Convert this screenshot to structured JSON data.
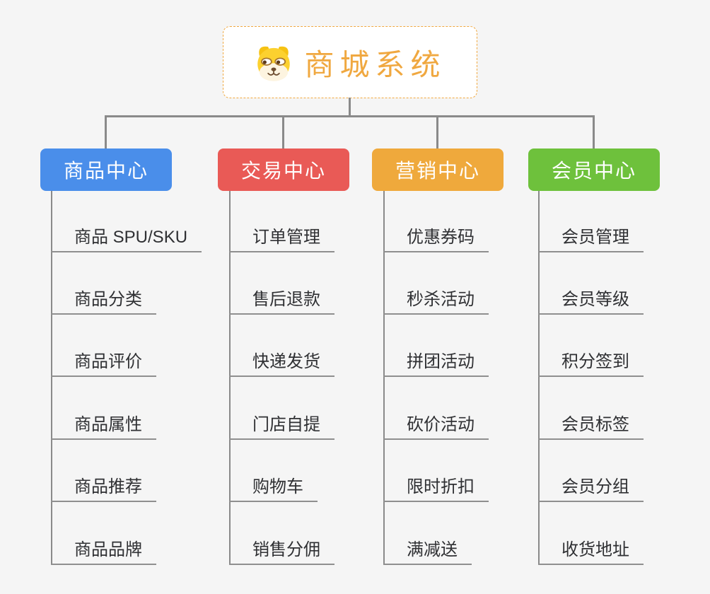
{
  "page": {
    "background": "#f5f5f5"
  },
  "root": {
    "title": "商城系统",
    "icon": "dog-face-icon",
    "accent_color": "#f0a840"
  },
  "branches": [
    {
      "id": "product",
      "label": "商品中心",
      "color": "#4a8eea",
      "children": [
        "商品 SPU/SKU",
        "商品分类",
        "商品评价",
        "商品属性",
        "商品推荐",
        "商品品牌"
      ]
    },
    {
      "id": "trade",
      "label": "交易中心",
      "color": "#e95a56",
      "children": [
        "订单管理",
        "售后退款",
        "快递发货",
        "门店自提",
        "购物车",
        "销售分佣"
      ]
    },
    {
      "id": "marketing",
      "label": "营销中心",
      "color": "#efa93c",
      "children": [
        "优惠券码",
        "秒杀活动",
        "拼团活动",
        "砍价活动",
        "限时折扣",
        "满减送"
      ]
    },
    {
      "id": "member",
      "label": "会员中心",
      "color": "#6ec13c",
      "children": [
        "会员管理",
        "会员等级",
        "积分签到",
        "会员标签",
        "会员分组",
        "收货地址"
      ]
    }
  ],
  "colors": {
    "connector": "#8a8a8a",
    "leaf_line": "#8f8f8f",
    "leaf_text": "#2f3033"
  }
}
